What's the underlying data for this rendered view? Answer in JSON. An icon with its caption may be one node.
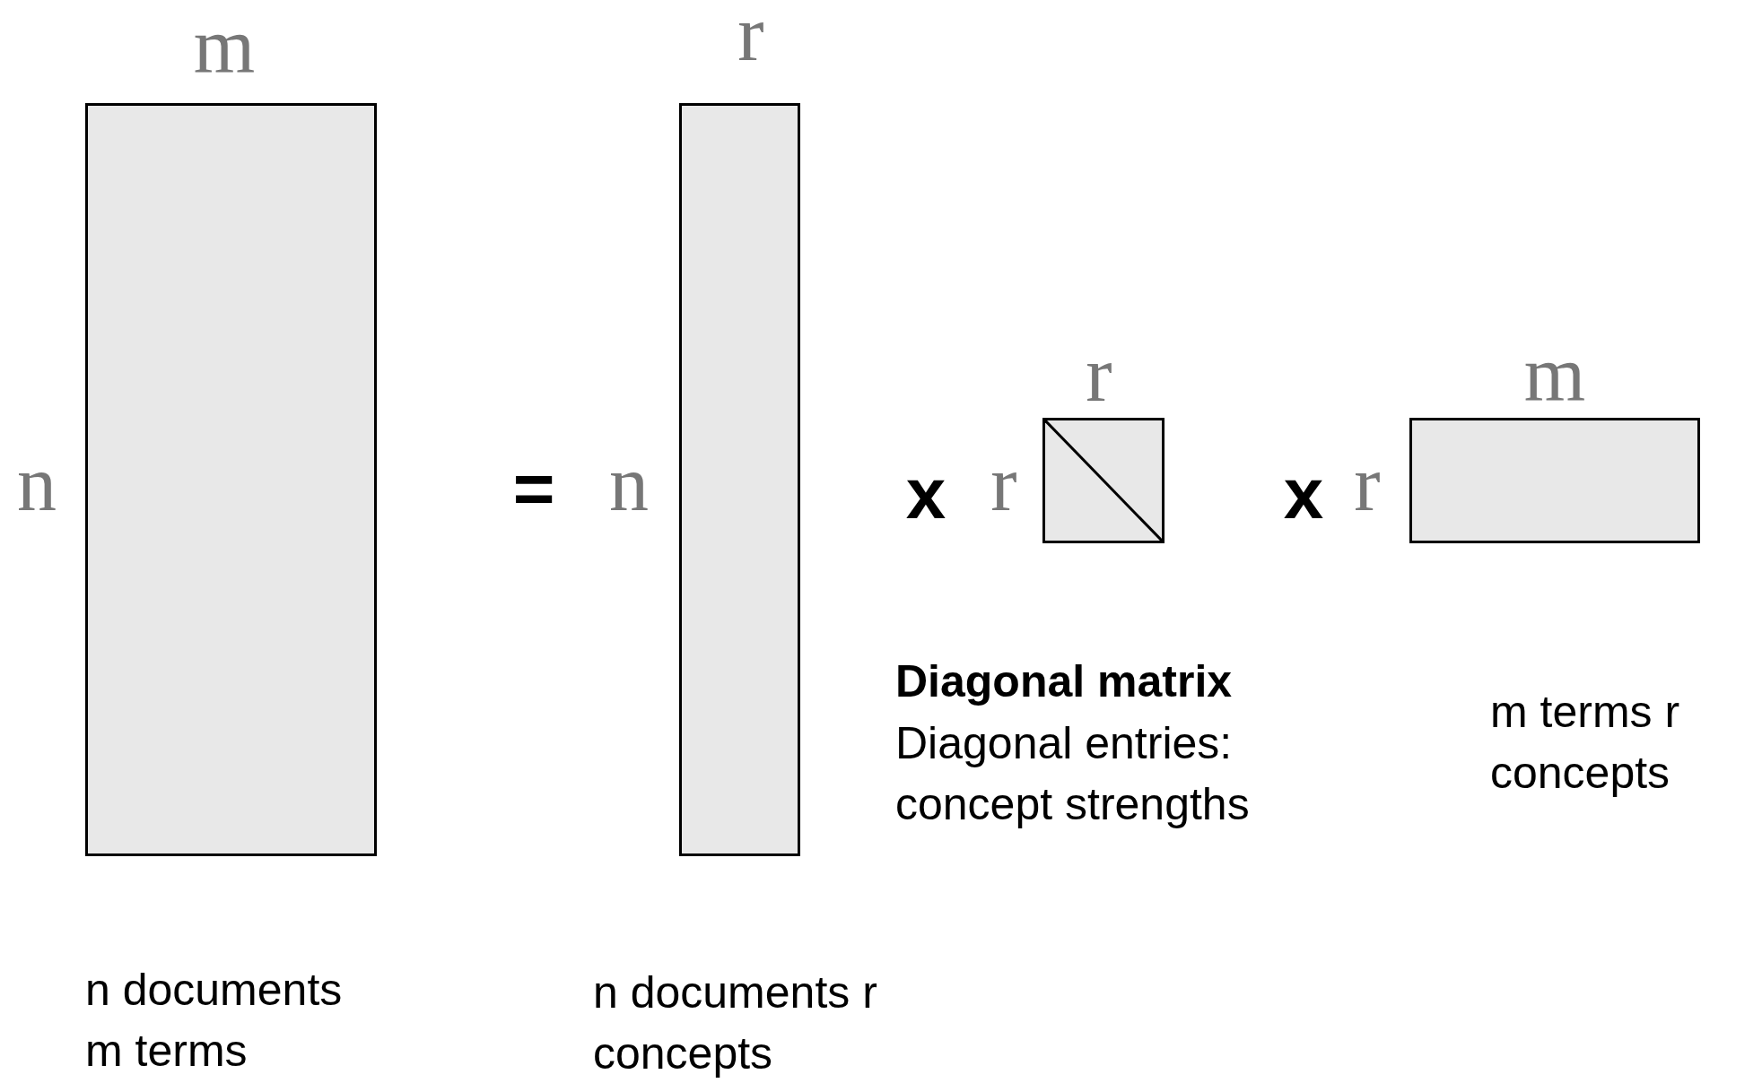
{
  "diagram": {
    "nodes": [
      {
        "text": [],
        "shape": "box",
        "beside": [
          "n documents m terms"
        ]
      },
      {
        "text": [],
        "shape": "box",
        "beside": [
          "n documents r concepts"
        ]
      },
      {
        "text": [],
        "shape": "box",
        "beside": [
          "Diagonal matrix",
          "Diagonal entries: concept strengths"
        ]
      },
      {
        "text": [],
        "shape": "box",
        "beside": [
          "m terms r concepts"
        ]
      }
    ],
    "labels": [
      "m",
      "r",
      "n",
      "=",
      "n",
      "x",
      "r",
      "r",
      "x",
      "r",
      "m"
    ]
  }
}
